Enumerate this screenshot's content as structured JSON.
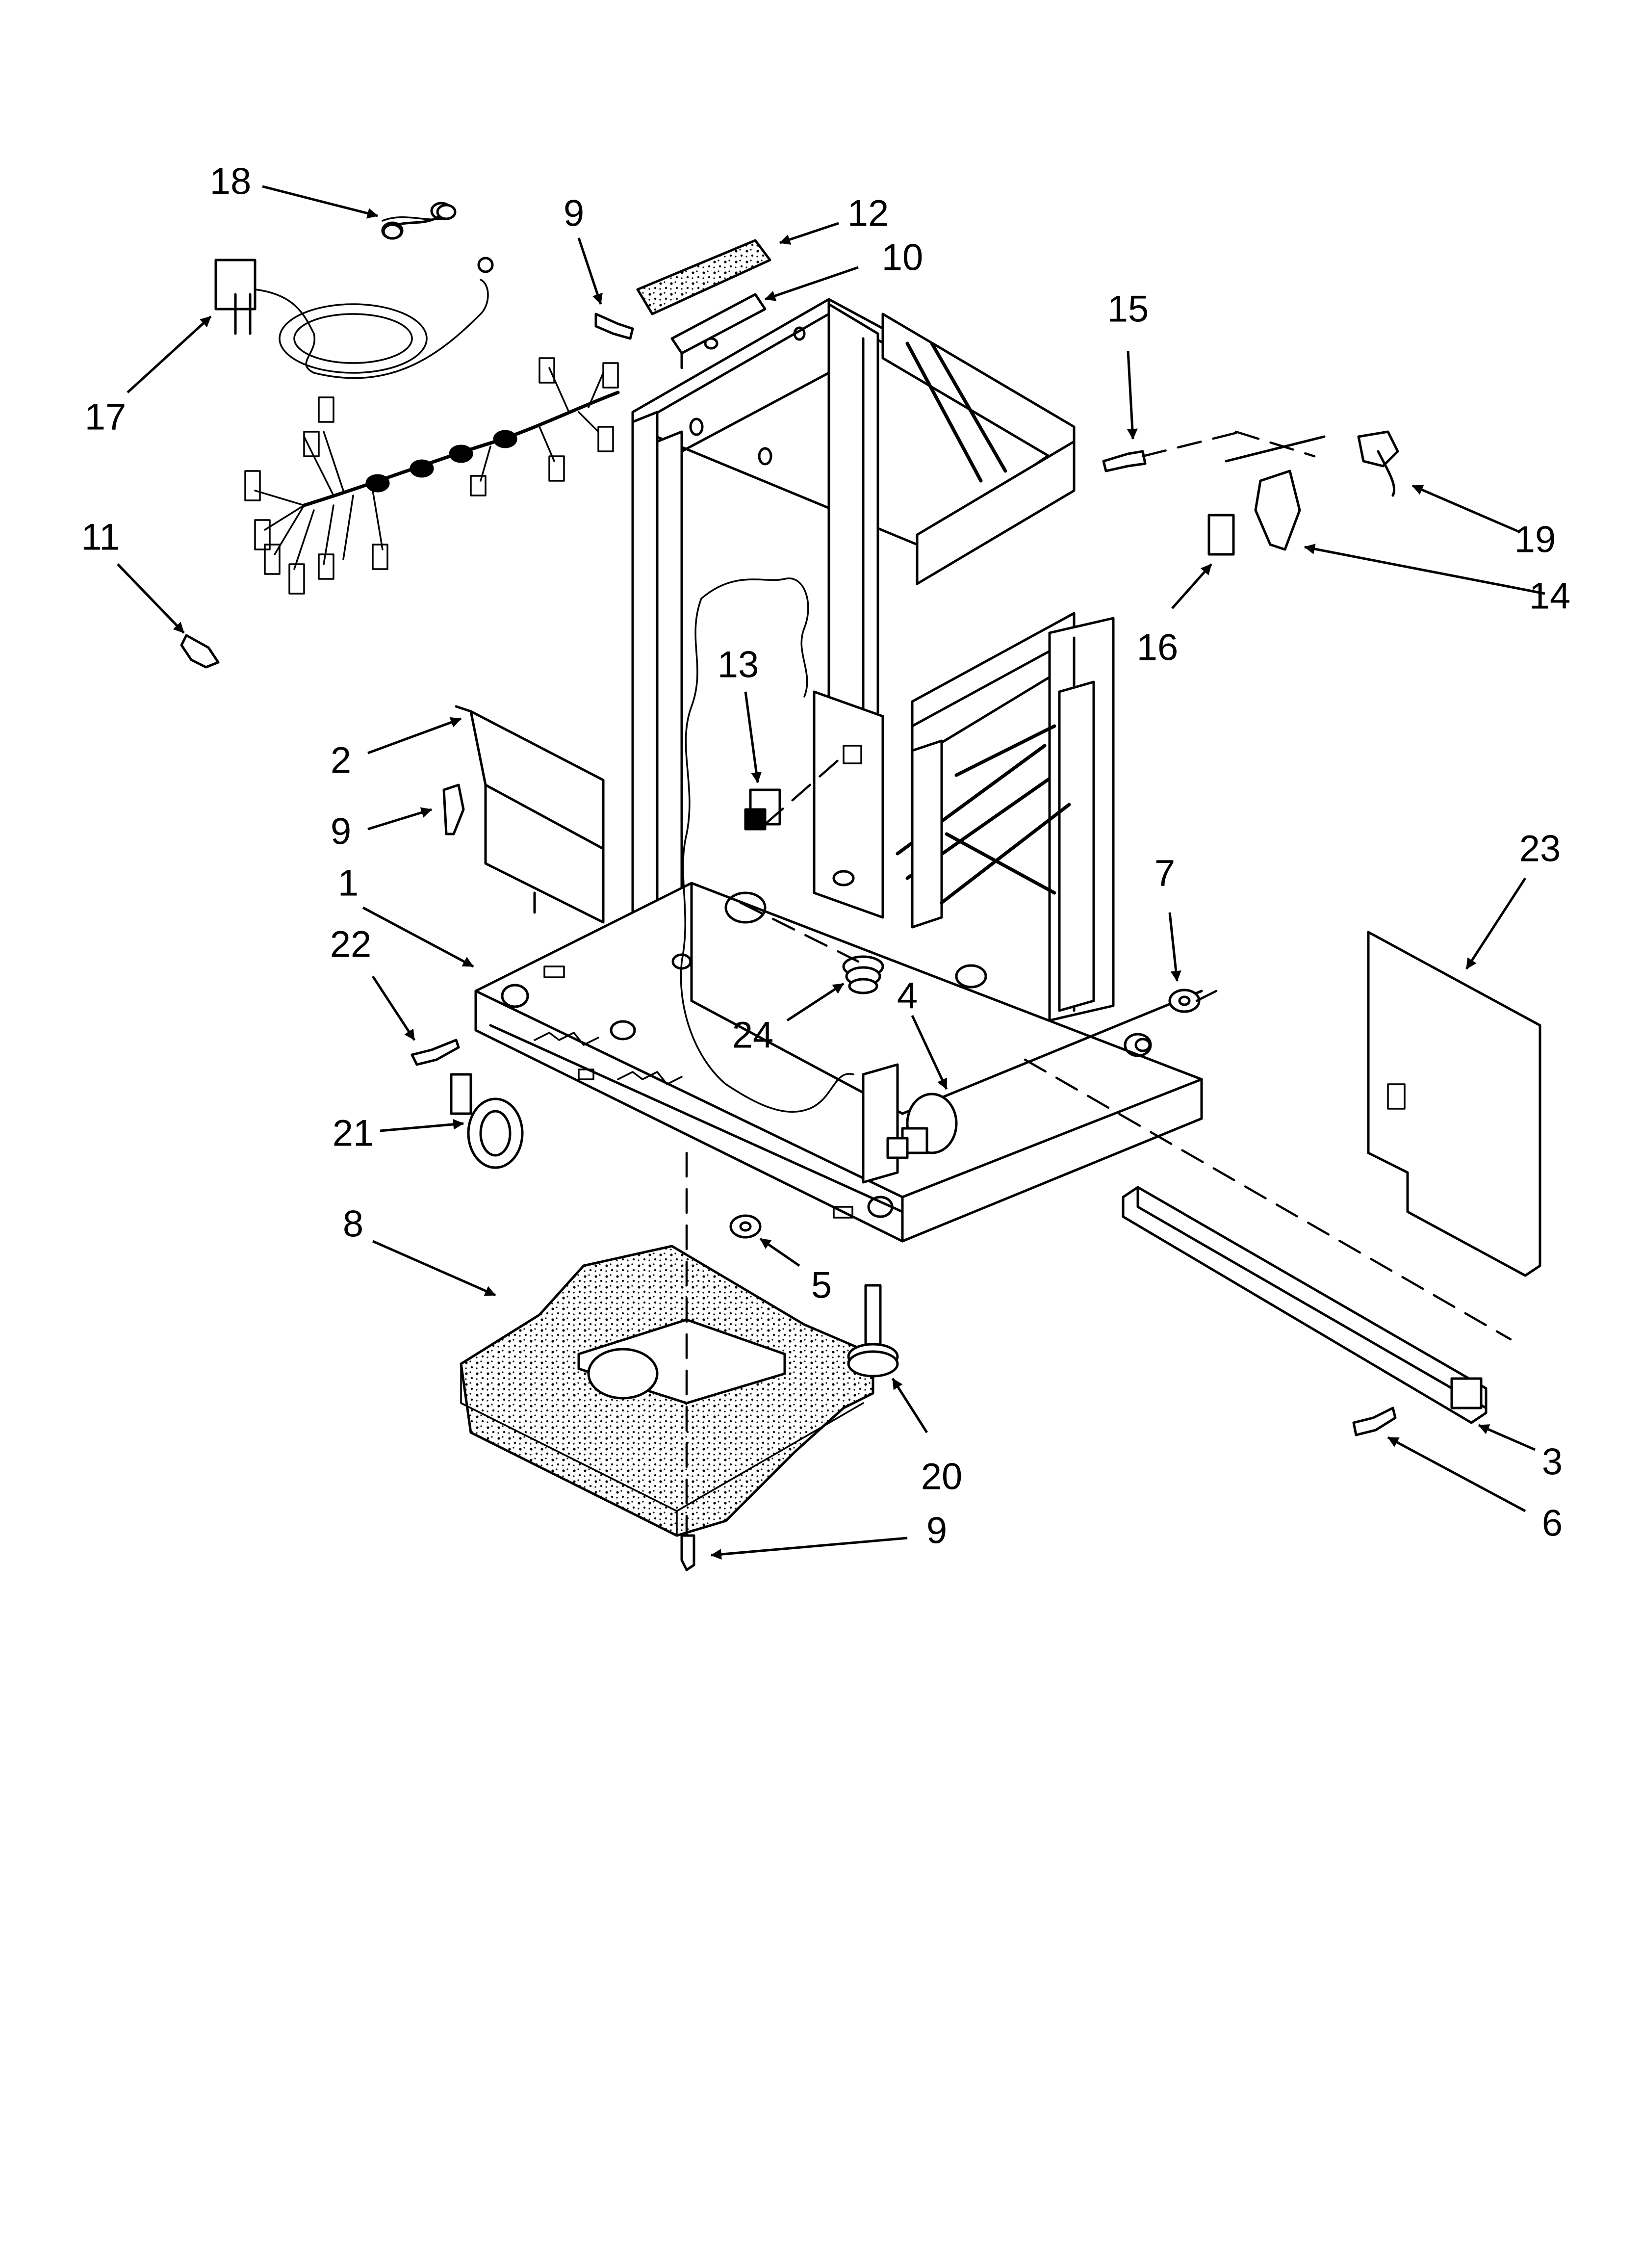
{
  "diagram": {
    "callouts": [
      {
        "id": "c1",
        "label": "1"
      },
      {
        "id": "c2",
        "label": "2"
      },
      {
        "id": "c3",
        "label": "3"
      },
      {
        "id": "c4",
        "label": "4"
      },
      {
        "id": "c5",
        "label": "5"
      },
      {
        "id": "c6",
        "label": "6"
      },
      {
        "id": "c7",
        "label": "7"
      },
      {
        "id": "c8",
        "label": "8"
      },
      {
        "id": "c9a",
        "label": "9"
      },
      {
        "id": "c9b",
        "label": "9"
      },
      {
        "id": "c9c",
        "label": "9"
      },
      {
        "id": "c10",
        "label": "10"
      },
      {
        "id": "c11",
        "label": "11"
      },
      {
        "id": "c12",
        "label": "12"
      },
      {
        "id": "c13",
        "label": "13"
      },
      {
        "id": "c14",
        "label": "14"
      },
      {
        "id": "c15",
        "label": "15"
      },
      {
        "id": "c16",
        "label": "16"
      },
      {
        "id": "c17",
        "label": "17"
      },
      {
        "id": "c18",
        "label": "18"
      },
      {
        "id": "c19",
        "label": "19"
      },
      {
        "id": "c20",
        "label": "20"
      },
      {
        "id": "c21",
        "label": "21"
      },
      {
        "id": "c22",
        "label": "22"
      },
      {
        "id": "c23",
        "label": "23"
      },
      {
        "id": "c24",
        "label": "24"
      }
    ]
  }
}
